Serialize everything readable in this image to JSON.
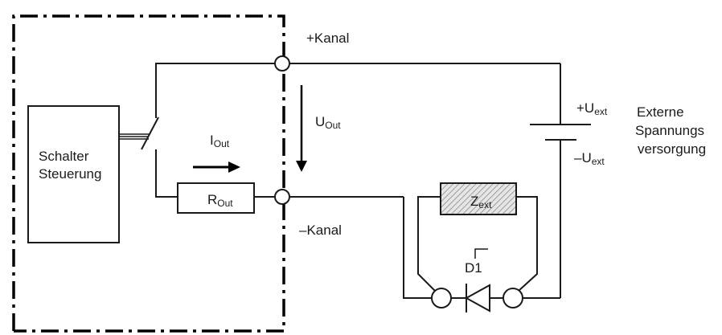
{
  "diagram": {
    "type": "circuit-schematic",
    "labels": {
      "plus_channel": "+Kanal",
      "minus_channel": "–Kanal",
      "controller_line1": "Schalter",
      "controller_line2": "Steuerung",
      "current_main": "I",
      "current_sub": "Out",
      "voltage_main": "U",
      "voltage_sub": "Out",
      "resistor_main": "R",
      "resistor_sub": "Out",
      "impedance_main": "Z",
      "impedance_sub": "ext",
      "supply_plus_main": "+U",
      "supply_plus_sub": "ext",
      "supply_minus_main": "–U",
      "supply_minus_sub": "ext",
      "supply_title_line1": "Externe",
      "supply_title_line2": "Spannungs",
      "supply_title_line3": "versorgung",
      "diode": "D1"
    },
    "components": [
      {
        "id": "controller",
        "kind": "block",
        "label": "Schalter Steuerung"
      },
      {
        "id": "switch",
        "kind": "switch",
        "state": "open"
      },
      {
        "id": "R_Out",
        "kind": "resistor"
      },
      {
        "id": "plus_terminal",
        "kind": "terminal",
        "label": "+Kanal"
      },
      {
        "id": "minus_terminal",
        "kind": "terminal",
        "label": "–Kanal"
      },
      {
        "id": "battery",
        "kind": "dc-source",
        "label": "Externe Spannungsversorgung"
      },
      {
        "id": "Z_ext",
        "kind": "impedance",
        "style": "hatched"
      },
      {
        "id": "D1",
        "kind": "diode"
      }
    ],
    "colors": {
      "line": "#1a1a1a",
      "hatch": "#9a9a9a",
      "hatch_bg": "#e6e6e6",
      "background": "#ffffff"
    }
  }
}
